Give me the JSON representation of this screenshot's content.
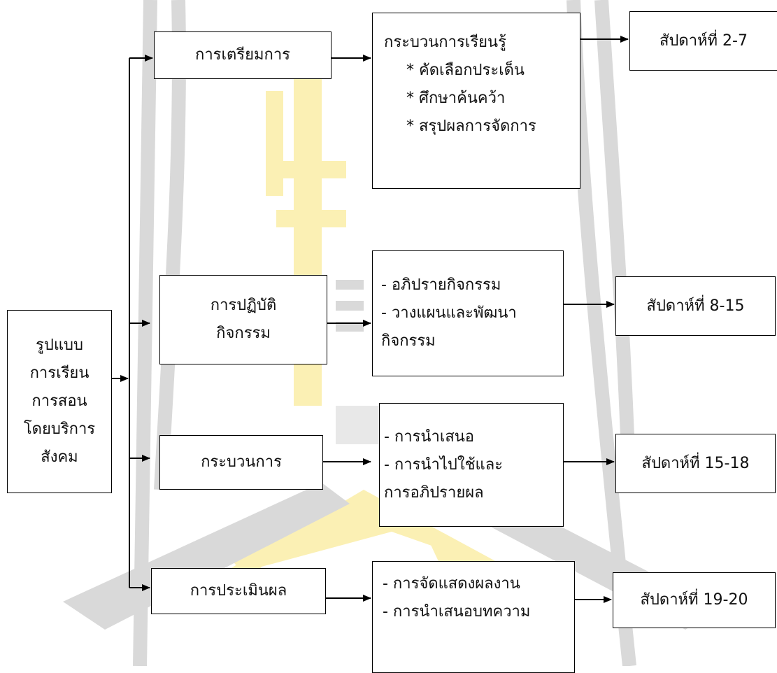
{
  "root": {
    "lines": [
      "รูปแบบ",
      "การเรียน",
      "การสอน",
      "โดยบริการ",
      "สังคม"
    ]
  },
  "stages": [
    {
      "label_lines": [
        "การเตรียมการ"
      ],
      "detail_lines": [
        "กระบวนการเรียนรู้",
        "* คัดเลือกประเด็น",
        "* ศึกษาค้นคว้า",
        "* สรุปผลการจัดการ"
      ],
      "week": "สัปดาห์ที่ 2-7"
    },
    {
      "label_lines": [
        "การปฏิบัติ",
        "กิจกรรม"
      ],
      "detail_lines": [
        "- อภิปรายกิจกรรม",
        "- วางแผนและพัฒนา",
        "กิจกรรม"
      ],
      "week": "สัปดาห์ที่ 8-15"
    },
    {
      "label_lines": [
        "กระบวนการ"
      ],
      "detail_lines": [
        "- การนำเสนอ",
        "- การนำไปใช้และ",
        "การอภิปรายผล"
      ],
      "week": "สัปดาห์ที่ 15-18"
    },
    {
      "label_lines": [
        "การประเมินผล"
      ],
      "detail_lines": [
        "- การจัดแสดงผลงาน",
        "- การนำเสนอบทความ"
      ],
      "week": "สัปดาห์ที่ 19-20"
    }
  ],
  "colors": {
    "line": "#000000",
    "watermark_gray": "#d6d6d6",
    "watermark_yellow": "#fbf0b4"
  }
}
